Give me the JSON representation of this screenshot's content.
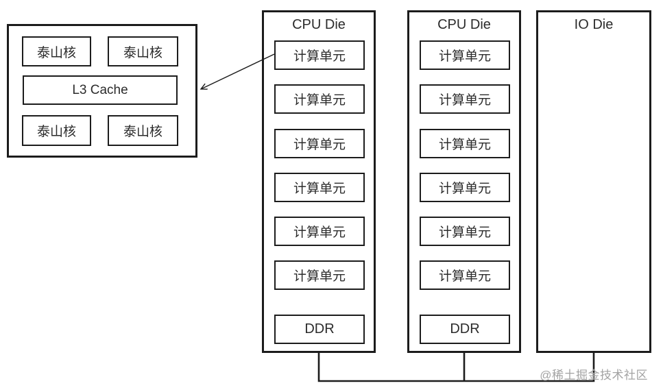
{
  "diagram": {
    "detail_box": {
      "cores": [
        "泰山核",
        "泰山核",
        "泰山核",
        "泰山核"
      ],
      "l3_cache": "L3 Cache"
    },
    "cpu_die_1": {
      "title": "CPU Die",
      "units": [
        "计算单元",
        "计算单元",
        "计算单元",
        "计算单元",
        "计算单元",
        "计算单元"
      ],
      "ddr": "DDR"
    },
    "cpu_die_2": {
      "title": "CPU Die",
      "units": [
        "计算单元",
        "计算单元",
        "计算单元",
        "计算单元",
        "计算单元",
        "计算单元"
      ],
      "ddr": "DDR"
    },
    "io_die": {
      "title": "IO Die"
    },
    "colors": {
      "line": "#1c1c1c",
      "background": "#ffffff",
      "watermark": "#a3a3a3"
    }
  },
  "watermark": "@稀土掘金技术社区"
}
